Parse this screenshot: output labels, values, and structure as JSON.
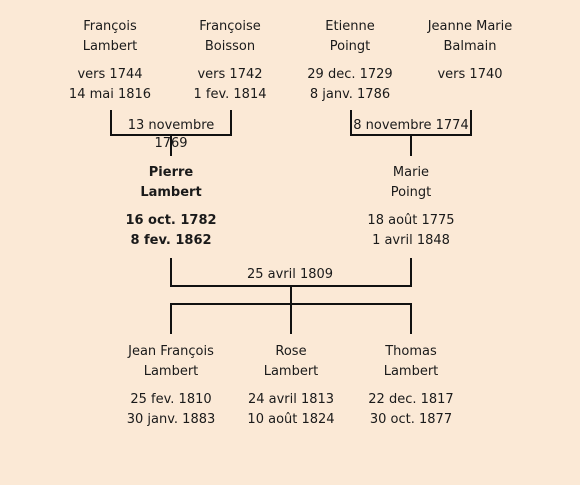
{
  "grandparents": [
    {
      "name1": "François",
      "name2": "Lambert",
      "date1": "vers 1744",
      "date2": "14 mai 1816"
    },
    {
      "name1": "Françoise",
      "name2": "Boisson",
      "date1": "vers 1742",
      "date2": "1 fev. 1814"
    },
    {
      "name1": "Etienne",
      "name2": "Poingt",
      "date1": "29 dec. 1729",
      "date2": "8 janv. 1786"
    },
    {
      "name1": "Jeanne Marie",
      "name2": "Balmain",
      "date1": "vers 1740",
      "date2": ""
    }
  ],
  "marriages": {
    "left": "13 novembre 1769",
    "right": "8 novembre 1774",
    "parents": "25 avril 1809"
  },
  "parents": [
    {
      "name1": "Pierre",
      "name2": "Lambert",
      "date1": "16 oct. 1782",
      "date2": "8 fev. 1862"
    },
    {
      "name1": "Marie",
      "name2": "Poingt",
      "date1": "18 août 1775",
      "date2": "1 avril 1848"
    }
  ],
  "children": [
    {
      "name1": "Jean François",
      "name2": "Lambert",
      "date1": "25 fev. 1810",
      "date2": "30 janv. 1883"
    },
    {
      "name1": "Rose",
      "name2": "Lambert",
      "date1": "24 avril 1813",
      "date2": "10 août 1824"
    },
    {
      "name1": "Thomas",
      "name2": "Lambert",
      "date1": "22 dec. 1817",
      "date2": "30 oct. 1877"
    }
  ]
}
